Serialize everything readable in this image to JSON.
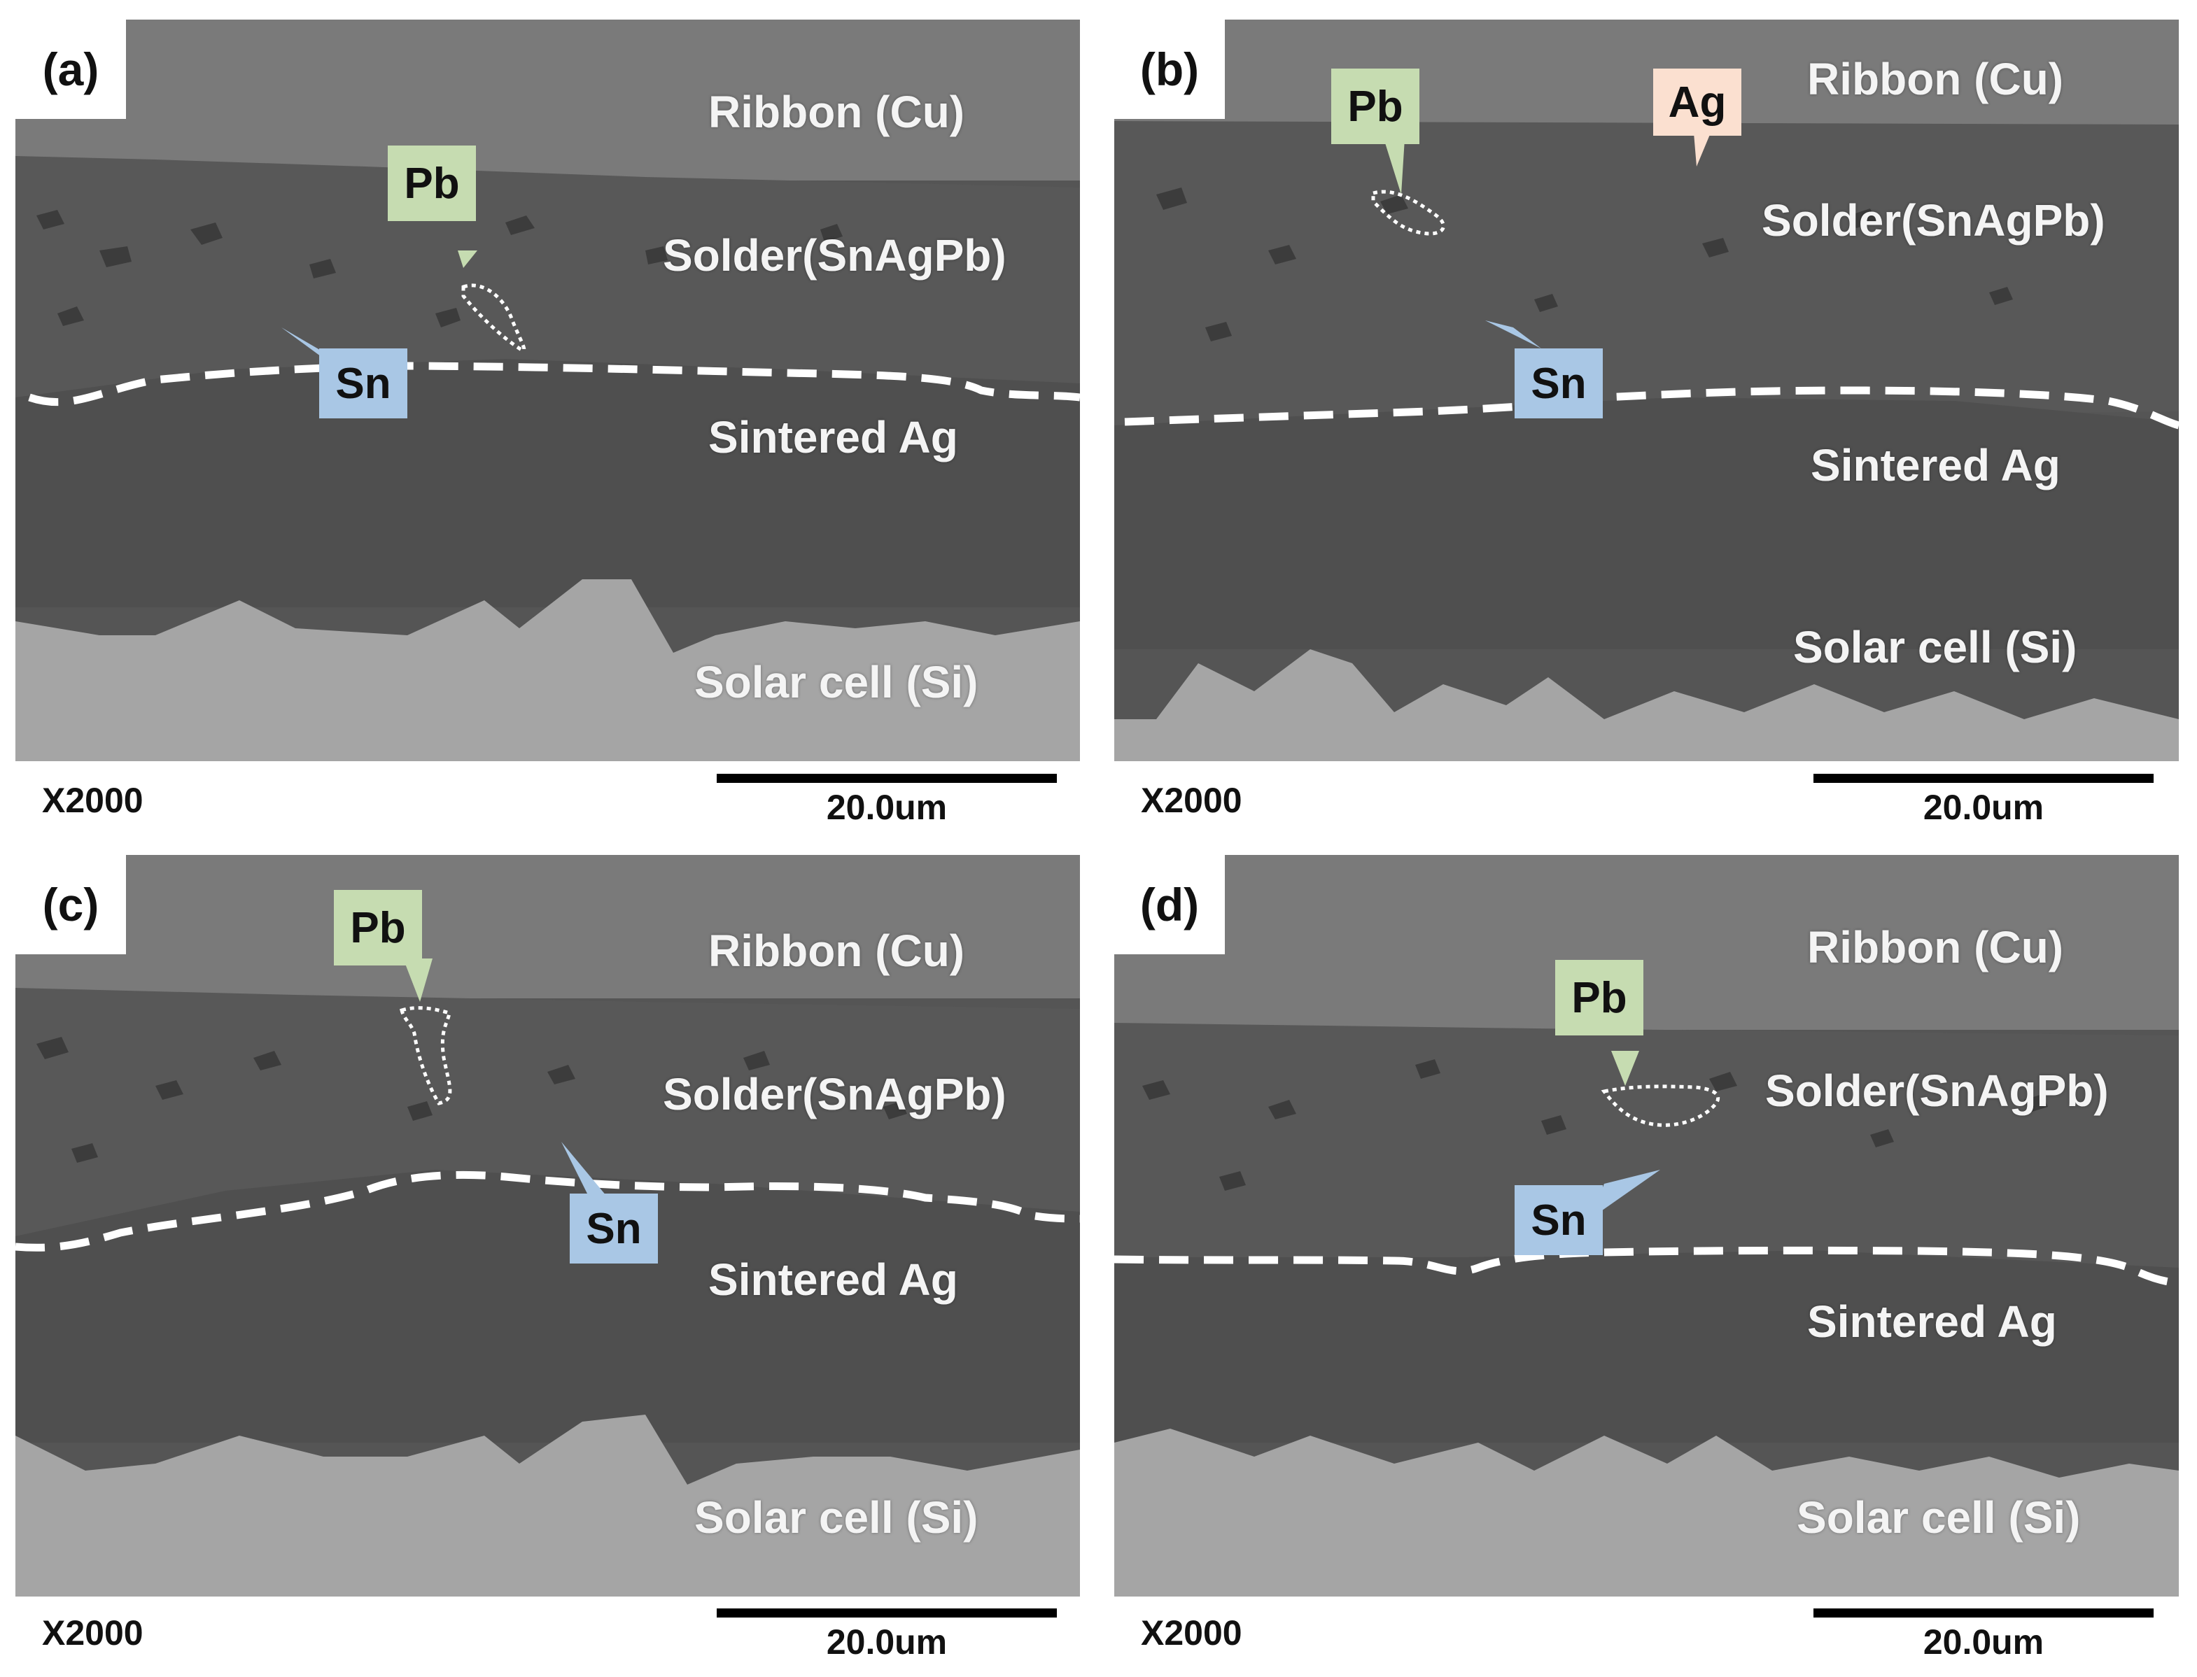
{
  "panels": [
    {
      "label": "(a)",
      "layers": {
        "ribbon": "Ribbon (Cu)",
        "solder": "Solder(SnAgPb)",
        "sintered": "Sintered Ag",
        "cell": "Solar cell (Si)"
      },
      "callouts": {
        "pb": "Pb",
        "sn": "Sn"
      }
    },
    {
      "label": "(b)",
      "layers": {
        "ribbon": "Ribbon (Cu)",
        "solder": "Solder(SnAgPb)",
        "sintered": "Sintered Ag",
        "cell": "Solar cell (Si)"
      },
      "callouts": {
        "pb": "Pb",
        "sn": "Sn",
        "ag": "Ag"
      }
    },
    {
      "label": "(c)",
      "layers": {
        "ribbon": "Ribbon (Cu)",
        "solder": "Solder(SnAgPb)",
        "sintered": "Sintered Ag",
        "cell": "Solar cell (Si)"
      },
      "callouts": {
        "pb": "Pb",
        "sn": "Sn"
      }
    },
    {
      "label": "(d)",
      "layers": {
        "ribbon": "Ribbon (Cu)",
        "solder": "Solder(SnAgPb)",
        "sintered": "Sintered Ag",
        "cell": "Solar cell (Si)"
      },
      "callouts": {
        "pb": "Pb",
        "sn": "Sn"
      }
    }
  ],
  "footer": {
    "magnification": "X2000",
    "scale": "20.0um"
  },
  "colors": {
    "ribbon": "#7a7a7a",
    "solder": "#555555",
    "sintered": "#4f4f4f",
    "cell": "#a5a5a5",
    "pb_callout": "#c6dcb1",
    "sn_callout": "#a9c7e5",
    "ag_callout": "#fbe0d0"
  }
}
